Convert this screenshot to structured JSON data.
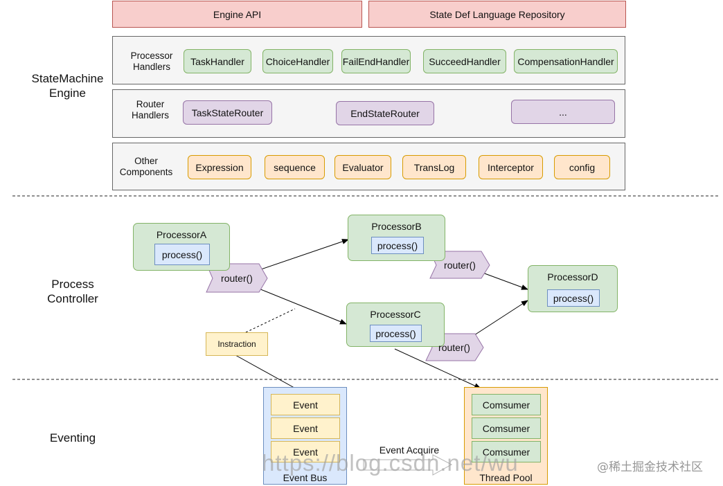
{
  "top_bar": {
    "engine_api": "Engine API",
    "state_def_repo": "State Def Language Repository"
  },
  "state_machine_engine": {
    "title": "StateMachine\nEngine",
    "processor_handlers": {
      "label": "Processor\nHandlers",
      "items": [
        "TaskHandler",
        "ChoiceHandler",
        "FailEndHandler",
        "SucceedHandler",
        "CompensationHandler"
      ]
    },
    "router_handlers": {
      "label": "Router\nHandlers",
      "items": [
        "TaskStateRouter",
        "EndStateRouter",
        "..."
      ]
    },
    "other_components": {
      "label": "Other\nComponents",
      "items": [
        "Expression",
        "sequence",
        "Evaluator",
        "TransLog",
        "Interceptor",
        "config"
      ]
    }
  },
  "process_controller": {
    "title": "Process\nController",
    "processors": {
      "a": {
        "name": "ProcessorA",
        "method": "process()",
        "router": "router()"
      },
      "b": {
        "name": "ProcessorB",
        "method": "process()",
        "router": "router()"
      },
      "c": {
        "name": "ProcessorC",
        "method": "process()",
        "router": "router()"
      },
      "d": {
        "name": "ProcessorD",
        "method": "process()"
      }
    },
    "instraction": "Instraction"
  },
  "eventing": {
    "title": "Eventing",
    "event_bus": {
      "label": "Event Bus",
      "events": [
        "Event",
        "Event",
        "Event"
      ]
    },
    "thread_pool": {
      "label": "Thread Pool",
      "consumers": [
        "Comsumer",
        "Comsumer",
        "Comsumer"
      ]
    },
    "event_acquire": "Event Acquire"
  },
  "watermarks": {
    "url": "https://blog.csdn.net/wu",
    "site": "@稀土掘金技术社区"
  },
  "colors": {
    "api_fill": "#f8cecc",
    "panel_fill": "#f5f5f5",
    "handler_fill": "#d5e8d4",
    "router_fill": "#e1d5e7",
    "component_fill": "#ffe6cc",
    "method_fill": "#dae8fc",
    "event_fill": "#fff2cc"
  }
}
